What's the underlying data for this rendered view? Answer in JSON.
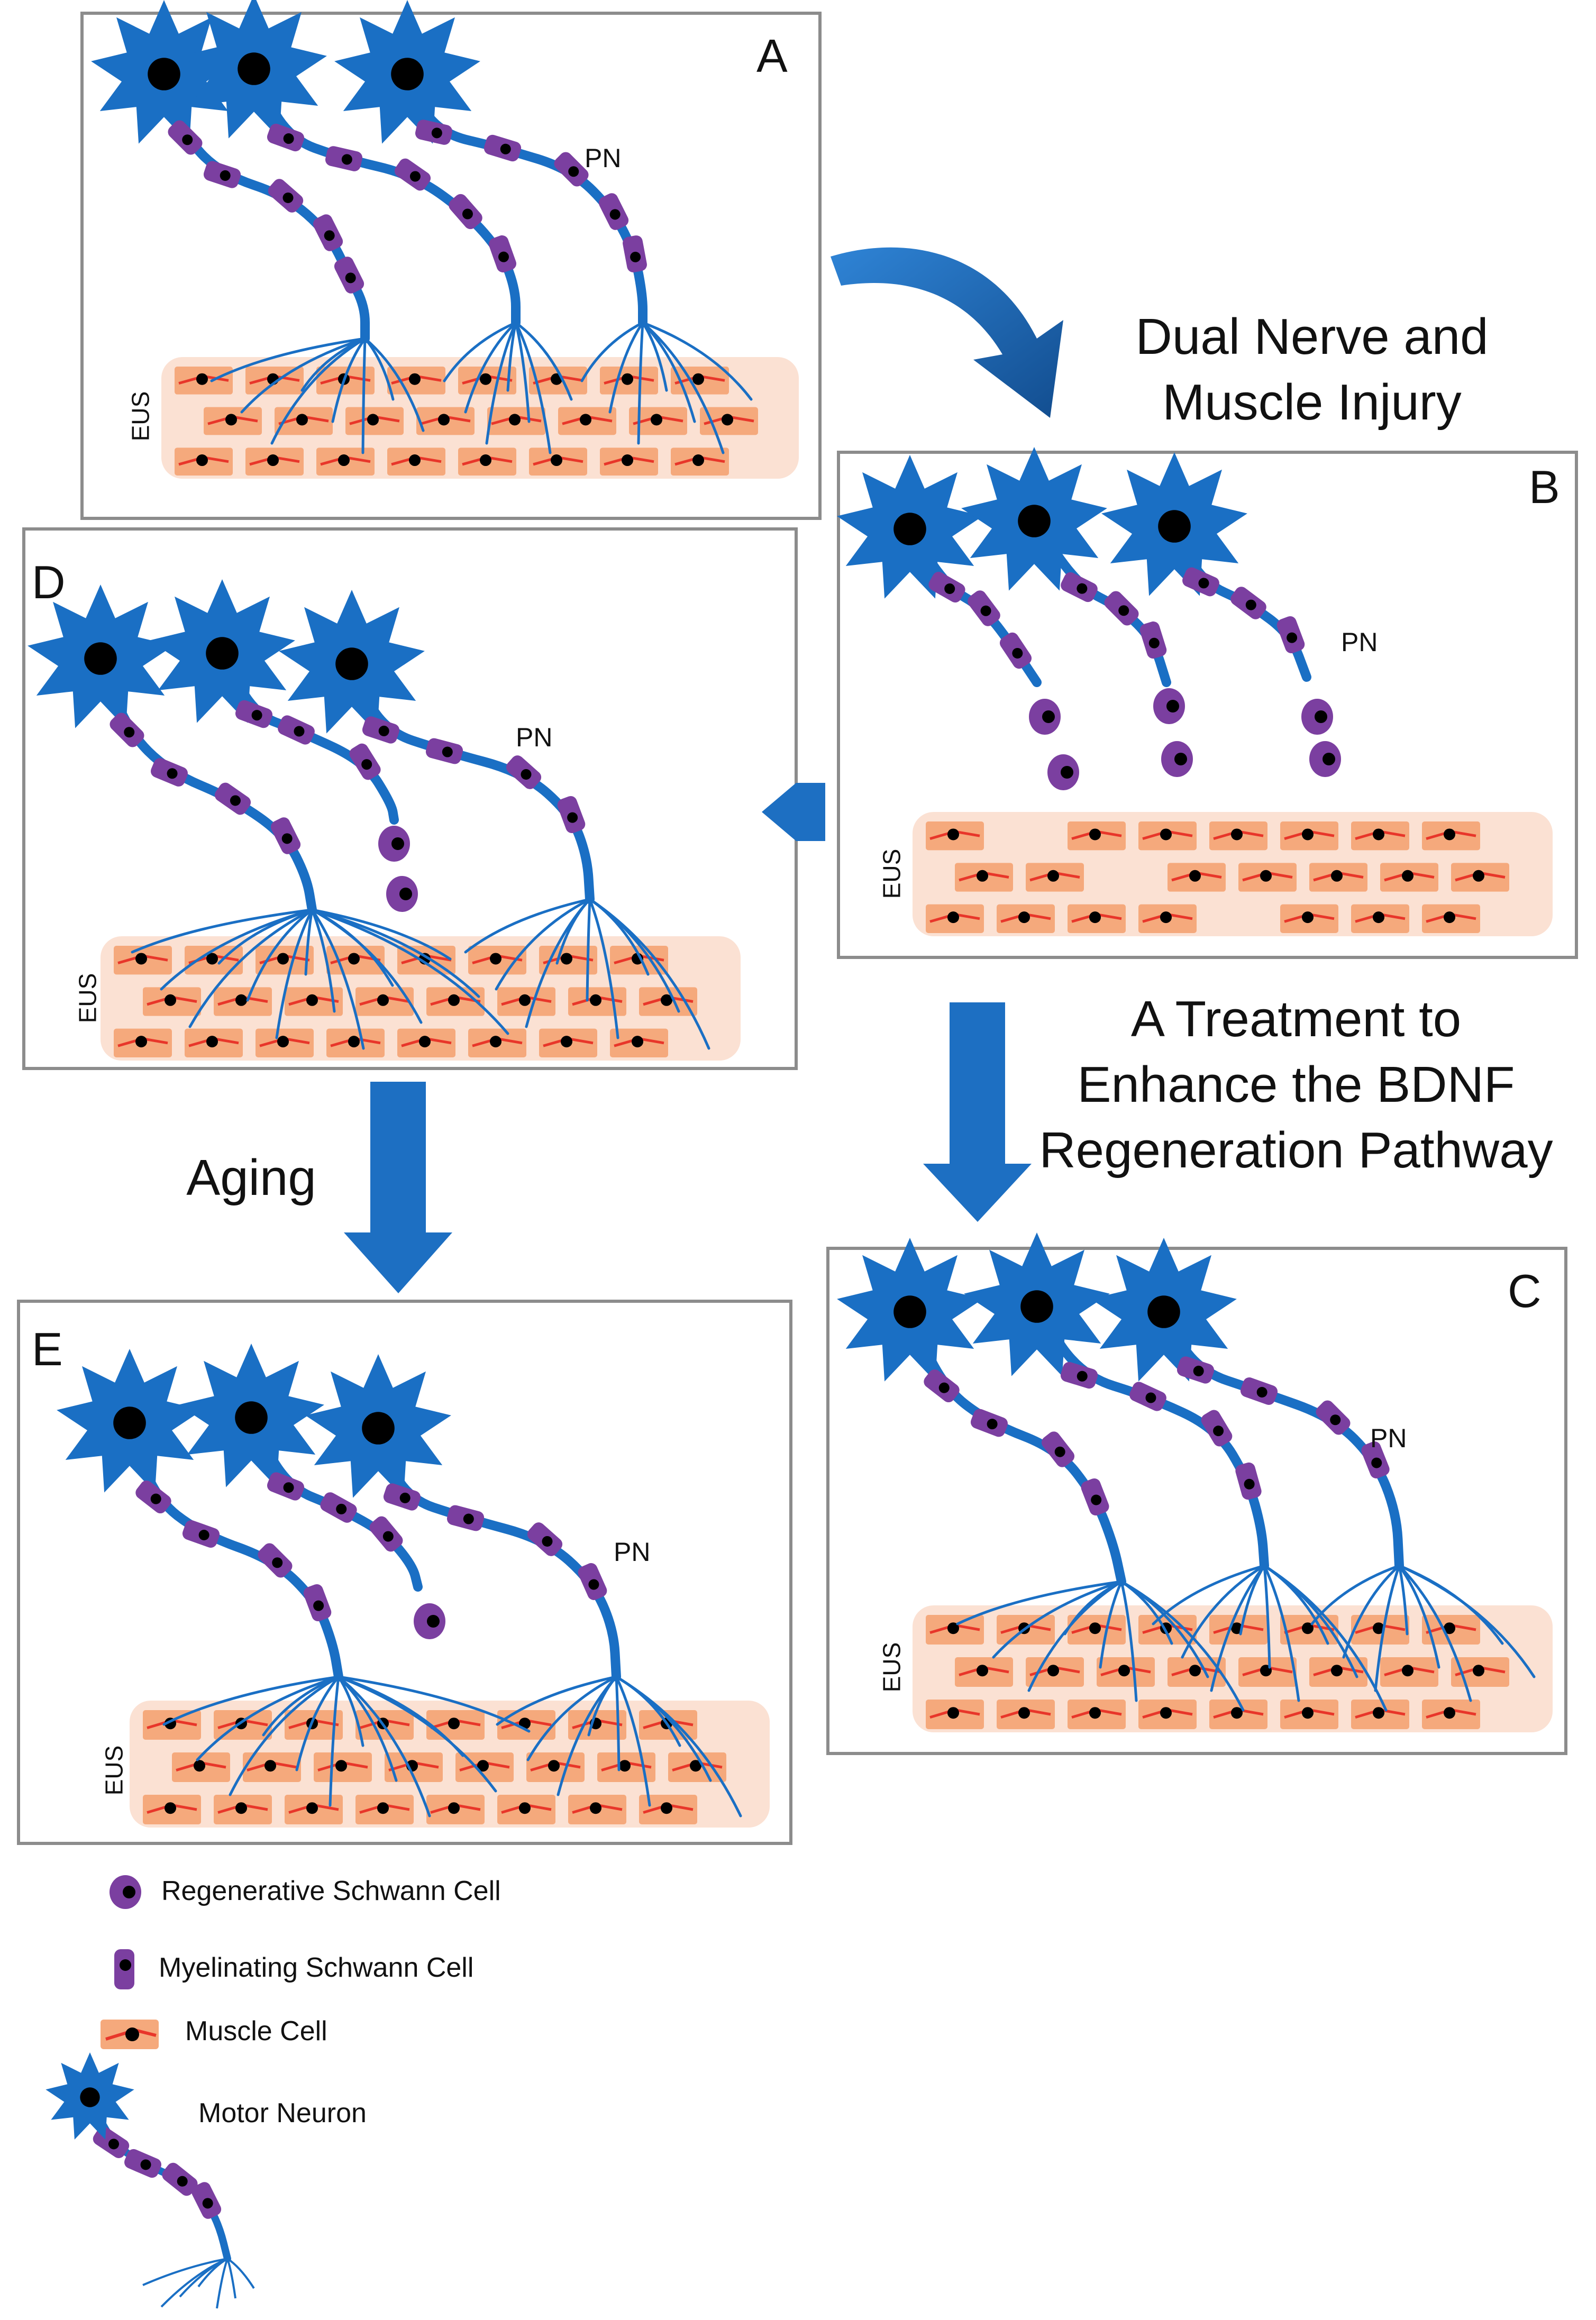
{
  "panels": [
    {
      "letter": "A",
      "pn": "PN",
      "eus": "EUS"
    },
    {
      "letter": "B",
      "pn": "PN",
      "eus": "EUS"
    },
    {
      "letter": "C",
      "pn": "PN",
      "eus": "EUS"
    },
    {
      "letter": "D",
      "pn": "PN",
      "eus": "EUS"
    },
    {
      "letter": "E",
      "pn": "PN",
      "eus": "EUS"
    }
  ],
  "transitions": {
    "injury": [
      "Dual Nerve and",
      "Muscle Injury"
    ],
    "treatment": [
      "A Treatment to",
      "Enhance the BDNF",
      "Regeneration Pathway"
    ],
    "aging": "Aging"
  },
  "legend": {
    "regenerative": "Regenerative Schwann Cell",
    "myelinating": "Myelinating Schwann Cell",
    "muscle": "Muscle Cell",
    "neuron": "Motor Neuron"
  },
  "colors": {
    "neuron": "#1a6fc4",
    "schwann": "#7b3fa0",
    "muscle_bg": "#fbe1d3",
    "muscle_cell": "#f5a97c",
    "fiber": "#e8362a",
    "arrow": "#1d6fc2",
    "frame": "#8c8c8c"
  }
}
